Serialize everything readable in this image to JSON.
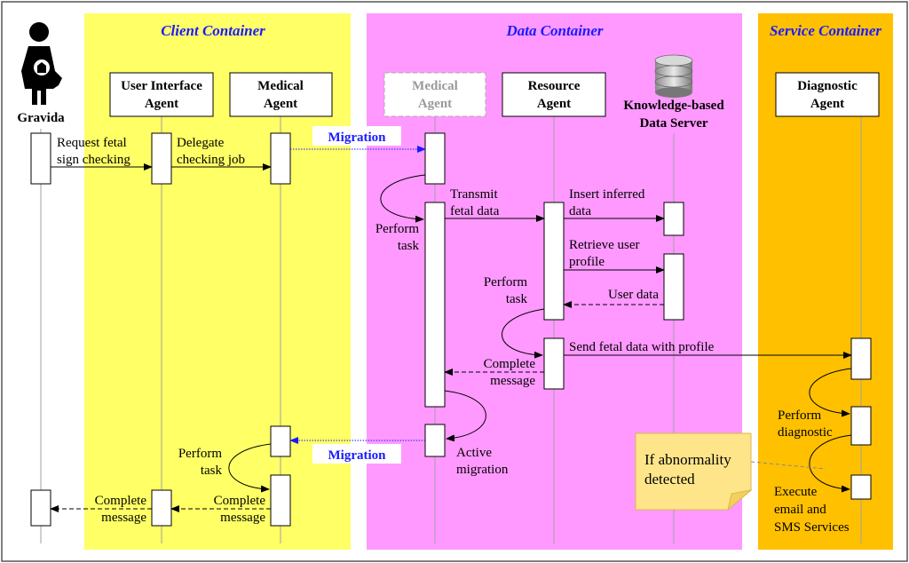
{
  "containers": {
    "client": "Client Container",
    "data": "Data Container",
    "service": "Service Container"
  },
  "actors": {
    "gravida": "Gravida",
    "ui_agent": [
      "User Interface",
      "Agent"
    ],
    "medical_agent": [
      "Medical",
      "Agent"
    ],
    "medical_agent_ghost": [
      "Medical",
      "Agent"
    ],
    "resource_agent": [
      "Resource",
      "Agent"
    ],
    "kb_server": [
      "Knowledge-based",
      "Data Server"
    ],
    "diagnostic_agent": [
      "Diagnostic",
      "Agent"
    ]
  },
  "messages": {
    "request": [
      "Request fetal",
      "sign checking"
    ],
    "delegate": [
      "Delegate",
      "checking job"
    ],
    "migration_top": "Migration",
    "transmit": [
      "Transmit",
      "fetal data"
    ],
    "insert": [
      "Insert inferred",
      "data"
    ],
    "retrieve": [
      "Retrieve user",
      "profile"
    ],
    "user_data": "User data",
    "send_fetal": "Send fetal data with profile",
    "complete_data": [
      "Complete",
      "message"
    ],
    "migration_bottom": "Migration",
    "active_migration": [
      "Active",
      "migration"
    ],
    "complete_client_1": [
      "Complete",
      "message"
    ],
    "complete_client_2": [
      "Complete",
      "message"
    ]
  },
  "self_calls": {
    "perform_task_med": [
      "Perform",
      "task"
    ],
    "perform_task_res": [
      "Perform",
      "task"
    ],
    "perform_task_client": [
      "Perform",
      "task"
    ],
    "perform_diagnostic": [
      "Perform",
      "diagnostic"
    ],
    "execute_services": [
      "Execute",
      "email and",
      "SMS Services"
    ]
  },
  "note": [
    "If abnormality",
    "detected"
  ],
  "colors": {
    "client": "#ffff66",
    "data": "#ff99ff",
    "service": "#ffc000",
    "client_title": "#1a1aff",
    "data_title": "#1a1aff",
    "service_title": "#1a1aff",
    "note": "#ffe58a"
  }
}
